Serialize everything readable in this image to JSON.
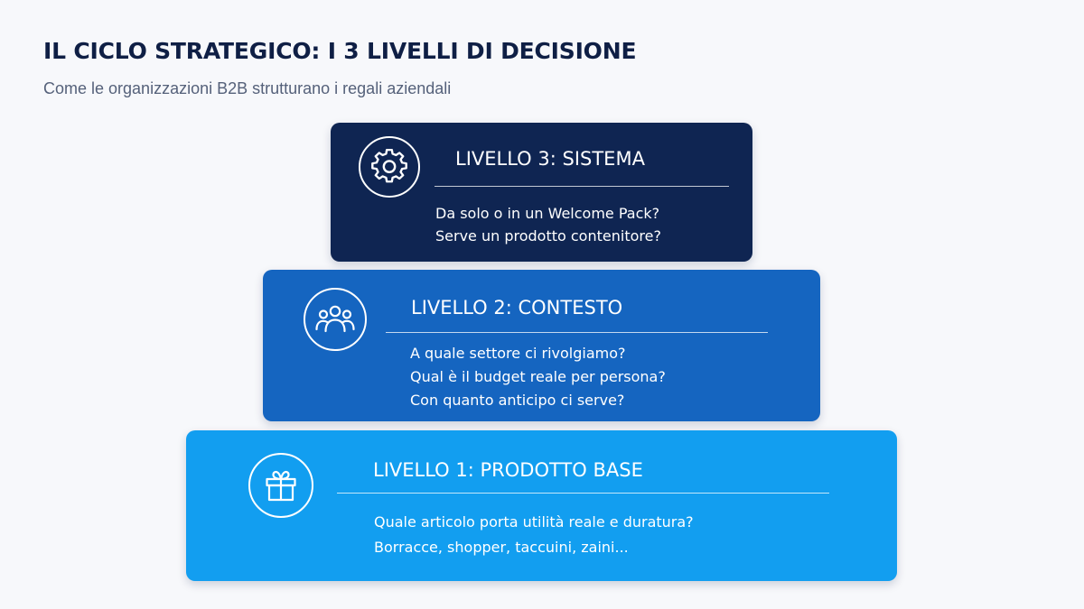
{
  "header": {
    "title": "IL CICLO STRATEGICO: I 3 LIVELLI DI DECISIONE",
    "subtitle": "Come le organizzazioni B2B strutturano i regali aziendali"
  },
  "levels": [
    {
      "heading": "LIVELLO 3: SISTEMA",
      "icon": "gear-icon",
      "color": "#0f2552",
      "questions": [
        "Da solo o in un Welcome Pack?",
        "Serve un prodotto contenitore?"
      ]
    },
    {
      "heading": "LIVELLO 2: CONTESTO",
      "icon": "people-group-icon",
      "color": "#1565c0",
      "questions": [
        "A quale settore ci rivolgiamo?",
        "Qual è il budget reale per persona?",
        "Con quanto anticipo ci serve?"
      ]
    },
    {
      "heading": "LIVELLO 1: PRODOTTO BASE",
      "icon": "gift-icon",
      "color": "#129ef0",
      "questions": [
        "Quale articolo porta utilità reale e duratura?",
        "Borracce, shopper, taccuini, zaini..."
      ]
    }
  ],
  "colors": {
    "background": "#f7f8fb",
    "title": "#0f1f45",
    "subtitle": "#55617a"
  }
}
